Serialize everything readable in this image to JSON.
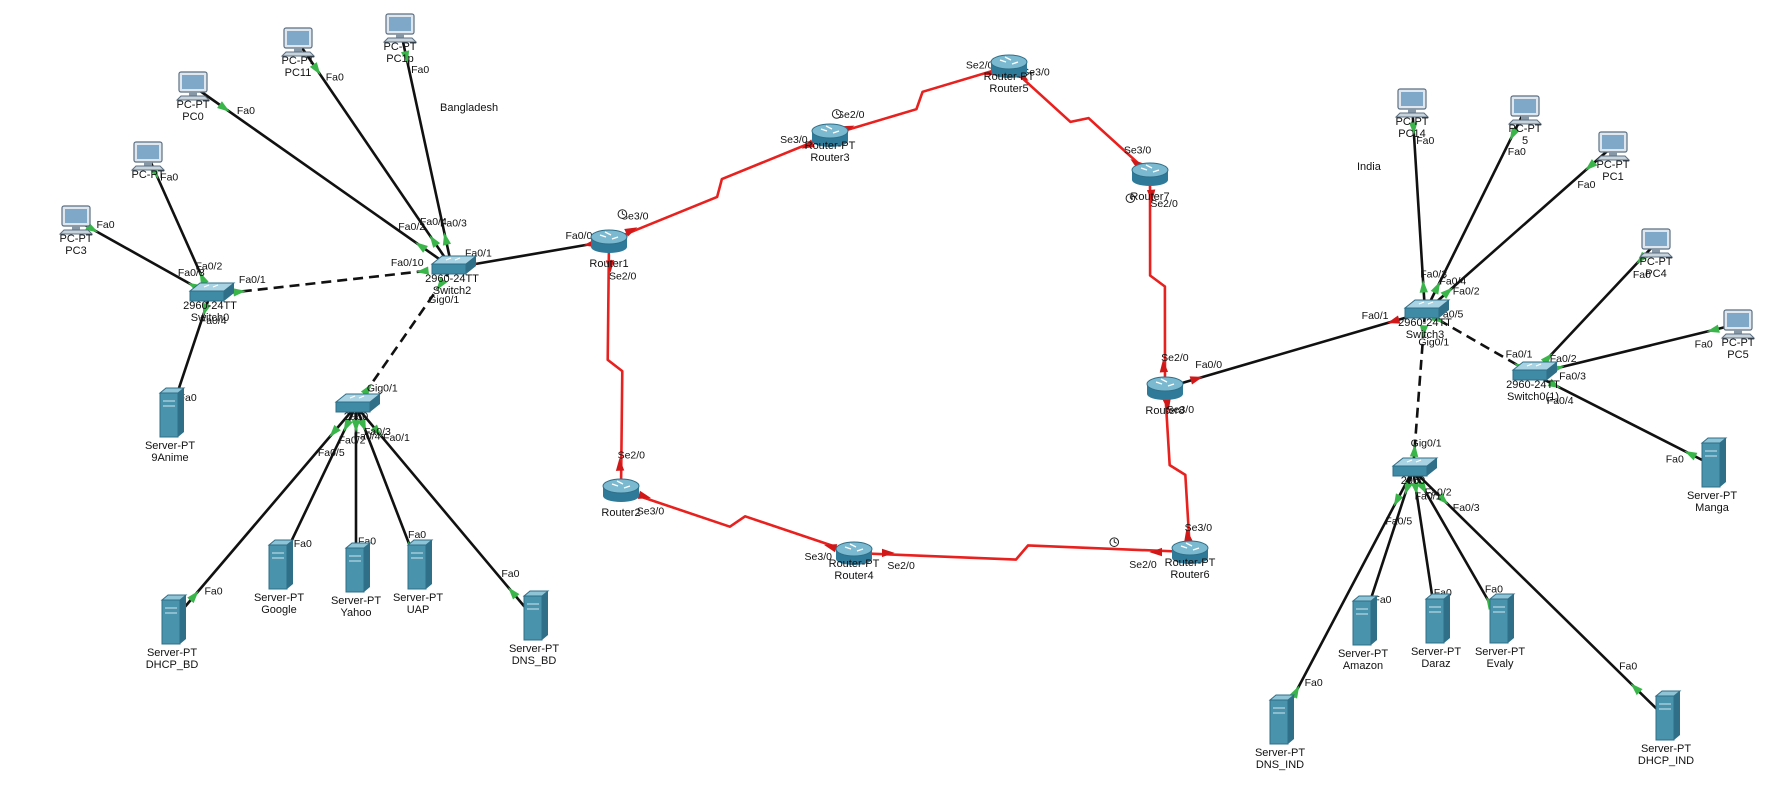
{
  "regions": [
    {
      "id": "bd",
      "label": "Bangladesh"
    },
    {
      "id": "in",
      "label": "India"
    }
  ],
  "devices": [
    {
      "id": "pc0",
      "type": "pc",
      "model": "PC-PT",
      "name": "PC0"
    },
    {
      "id": "pc11",
      "type": "pc",
      "model": "PC-PT",
      "name": "PC11"
    },
    {
      "id": "pc1p",
      "type": "pc",
      "model": "PC-PT",
      "name": "PC1p"
    },
    {
      "id": "pcL",
      "type": "pc",
      "model": "PC-PT",
      "name": ""
    },
    {
      "id": "pc3",
      "type": "pc",
      "model": "PC-PT",
      "name": "PC3"
    },
    {
      "id": "sw0",
      "type": "switch",
      "model": "2960-24TT",
      "name": "Switch0"
    },
    {
      "id": "sw2",
      "type": "switch",
      "model": "2960-24TT",
      "name": "Switch2"
    },
    {
      "id": "swBD",
      "type": "switch",
      "model": "2960",
      "name": ""
    },
    {
      "id": "srv9a",
      "type": "server",
      "model": "Server-PT",
      "name": "9Anime"
    },
    {
      "id": "srvDhcpBd",
      "type": "server",
      "model": "Server-PT",
      "name": "DHCP_BD"
    },
    {
      "id": "srvGoogle",
      "type": "server",
      "model": "Server-PT",
      "name": "Google"
    },
    {
      "id": "srvYahoo",
      "type": "server",
      "model": "Server-PT",
      "name": "Yahoo"
    },
    {
      "id": "srvUap",
      "type": "server",
      "model": "Server-PT",
      "name": "UAP"
    },
    {
      "id": "srvDnsBd",
      "type": "server",
      "model": "Server-PT",
      "name": "DNS_BD"
    },
    {
      "id": "r1",
      "type": "router",
      "model": "",
      "name": "Router1"
    },
    {
      "id": "r2",
      "type": "router",
      "model": "",
      "name": "Router2"
    },
    {
      "id": "r3",
      "type": "router",
      "model": "Router-PT",
      "name": "Router3"
    },
    {
      "id": "r4",
      "type": "router",
      "model": "Router-PT",
      "name": "Router4"
    },
    {
      "id": "r5",
      "type": "router",
      "model": "Router-PT",
      "name": "Router5"
    },
    {
      "id": "r6",
      "type": "router",
      "model": "Router-PT",
      "name": "Router6"
    },
    {
      "id": "r7",
      "type": "router",
      "model": "",
      "name": "Router7"
    },
    {
      "id": "r8",
      "type": "router",
      "model": "",
      "name": "Router8"
    },
    {
      "id": "pcI1",
      "type": "pc",
      "model": "PC-PT",
      "name": "PC14"
    },
    {
      "id": "pcI2",
      "type": "pc",
      "model": "PC-PT",
      "name": "5"
    },
    {
      "id": "pcI3",
      "type": "pc",
      "model": "PC-PT",
      "name": "PC1"
    },
    {
      "id": "pc4",
      "type": "pc",
      "model": "PC-PT",
      "name": "PC4"
    },
    {
      "id": "pc5",
      "type": "pc",
      "model": "PC-PT",
      "name": "PC5"
    },
    {
      "id": "sw3",
      "type": "switch",
      "model": "2960-24TT",
      "name": "Switch3"
    },
    {
      "id": "sw01",
      "type": "switch",
      "model": "2960-24TT",
      "name": "Switch0(1)"
    },
    {
      "id": "swIN",
      "type": "switch",
      "model": "2960",
      "name": ""
    },
    {
      "id": "srvManga",
      "type": "server",
      "model": "Server-PT",
      "name": "Manga"
    },
    {
      "id": "srvAmazon",
      "type": "server",
      "model": "Server-PT",
      "name": "Amazon"
    },
    {
      "id": "srvDaraz",
      "type": "server",
      "model": "Server-PT",
      "name": "Daraz"
    },
    {
      "id": "srvEvaly",
      "type": "server",
      "model": "Server-PT",
      "name": "Evaly"
    },
    {
      "id": "srvDnsInd",
      "type": "server",
      "model": "Server-PT",
      "name": "DNS_IND"
    },
    {
      "id": "srvDhcpInd",
      "type": "server",
      "model": "Server-PT",
      "name": "DHCP_IND"
    }
  ],
  "links": [
    {
      "a": "pc0",
      "b": "sw2",
      "kind": "copper",
      "a_port": "Fa0",
      "b_port": "Fa0/2"
    },
    {
      "a": "pc11",
      "b": "sw2",
      "kind": "copper",
      "a_port": "Fa0",
      "b_port": "Fa0/4"
    },
    {
      "a": "pc1p",
      "b": "sw2",
      "kind": "copper",
      "a_port": "Fa0",
      "b_port": "Fa0/3"
    },
    {
      "a": "pcL",
      "b": "sw0",
      "kind": "copper",
      "a_port": "Fa0",
      "b_port": "Fa0/2"
    },
    {
      "a": "pc3",
      "b": "sw0",
      "kind": "copper",
      "a_port": "Fa0",
      "b_port": "Fa0/3"
    },
    {
      "a": "sw0",
      "b": "sw2",
      "kind": "crossover",
      "a_port": "Fa0/1",
      "b_port": "Fa0/10"
    },
    {
      "a": "sw0",
      "b": "srv9a",
      "kind": "copper",
      "a_port": "Fa0/4",
      "b_port": "Fa0"
    },
    {
      "a": "sw2",
      "b": "swBD",
      "kind": "crossover",
      "a_port": "Gig0/1",
      "b_port": "Gig0/1"
    },
    {
      "a": "sw2",
      "b": "r1",
      "kind": "copper_down",
      "a_port": "Fa0/1",
      "b_port": "Fa0/0"
    },
    {
      "a": "swBD",
      "b": "srvDhcpBd",
      "kind": "copper",
      "a_port": "Fa0/5",
      "b_port": "Fa0"
    },
    {
      "a": "swBD",
      "b": "srvGoogle",
      "kind": "copper",
      "a_port": "Fa0/2",
      "b_port": "Fa0"
    },
    {
      "a": "swBD",
      "b": "srvYahoo",
      "kind": "copper",
      "a_port": "Fa0/4",
      "b_port": "Fa0"
    },
    {
      "a": "swBD",
      "b": "srvUap",
      "kind": "copper",
      "a_port": "Fa0/3",
      "b_port": "Fa0"
    },
    {
      "a": "swBD",
      "b": "srvDnsBd",
      "kind": "copper",
      "a_port": "Fa0/1",
      "b_port": "Fa0"
    },
    {
      "a": "r1",
      "b": "r3",
      "kind": "serial",
      "a_port": "Se3/0",
      "b_port": "Se3/0"
    },
    {
      "a": "r1",
      "b": "r2",
      "kind": "serial",
      "a_port": "Se2/0",
      "b_port": "Se2/0"
    },
    {
      "a": "r3",
      "b": "r5",
      "kind": "serial",
      "a_port": "Se2/0",
      "b_port": "Se2/0"
    },
    {
      "a": "r5",
      "b": "r7",
      "kind": "serial",
      "a_port": "Se3/0",
      "b_port": "Se3/0"
    },
    {
      "a": "r7",
      "b": "r8",
      "kind": "serial",
      "a_port": "Se2/0",
      "b_port": "Se2/0"
    },
    {
      "a": "r8",
      "b": "r6",
      "kind": "serial",
      "a_port": "Se3/0",
      "b_port": "Se3/0"
    },
    {
      "a": "r6",
      "b": "r4",
      "kind": "serial",
      "a_port": "Se2/0",
      "b_port": "Se2/0"
    },
    {
      "a": "r4",
      "b": "r2",
      "kind": "serial",
      "a_port": "Se3/0",
      "b_port": "Se3/0"
    },
    {
      "a": "r8",
      "b": "sw3",
      "kind": "copper_down",
      "a_port": "Fa0/0",
      "b_port": "Fa0/1"
    },
    {
      "a": "pcI1",
      "b": "sw3",
      "kind": "copper",
      "a_port": "Fa0",
      "b_port": "Fa0/3"
    },
    {
      "a": "pcI2",
      "b": "sw3",
      "kind": "copper",
      "a_port": "Fa0",
      "b_port": "Fa0/4"
    },
    {
      "a": "pcI3",
      "b": "sw3",
      "kind": "copper",
      "a_port": "Fa0",
      "b_port": "Fa0/2"
    },
    {
      "a": "sw3",
      "b": "sw01",
      "kind": "crossover",
      "a_port": "Fa0/5",
      "b_port": "Fa0/1"
    },
    {
      "a": "sw3",
      "b": "swIN",
      "kind": "crossover",
      "a_port": "Gig0/1",
      "b_port": "Gig0/1"
    },
    {
      "a": "pc4",
      "b": "sw01",
      "kind": "copper",
      "a_port": "Fa0",
      "b_port": "Fa0/2"
    },
    {
      "a": "pc5",
      "b": "sw01",
      "kind": "copper",
      "a_port": "Fa0",
      "b_port": "Fa0/3"
    },
    {
      "a": "srvManga",
      "b": "sw01",
      "kind": "copper",
      "a_port": "Fa0",
      "b_port": "Fa0/4"
    },
    {
      "a": "swIN",
      "b": "srvDnsInd",
      "kind": "copper",
      "a_port": "Fa0/5",
      "b_port": "Fa0"
    },
    {
      "a": "swIN",
      "b": "srvAmazon",
      "kind": "copper",
      "a_port": "",
      "b_port": "Fa0"
    },
    {
      "a": "swIN",
      "b": "srvDaraz",
      "kind": "copper",
      "a_port": "Fa0/1",
      "b_port": "Fa0"
    },
    {
      "a": "swIN",
      "b": "srvEvaly",
      "kind": "copper",
      "a_port": "Fa0/2",
      "b_port": "Fa0"
    },
    {
      "a": "swIN",
      "b": "srvDhcpInd",
      "kind": "copper",
      "a_port": "Fa0/3",
      "b_port": "Fa0"
    }
  ]
}
